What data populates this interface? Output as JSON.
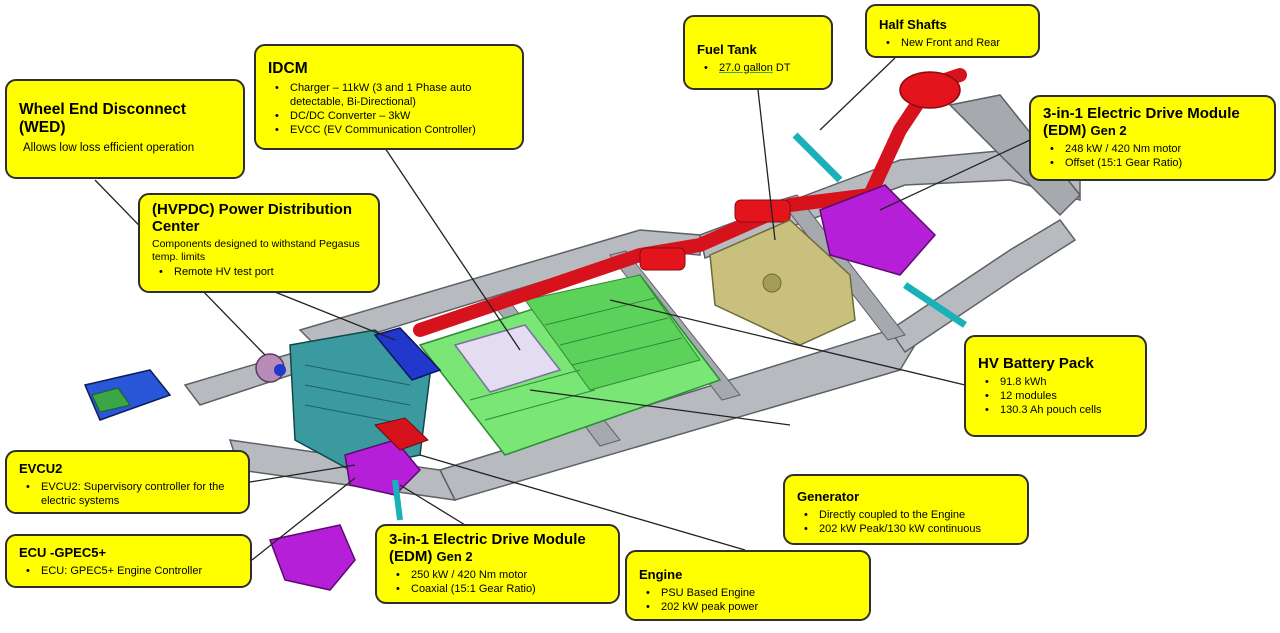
{
  "callouts": {
    "wed": {
      "title": "Wheel End Disconnect (WED)",
      "desc": "Allows low loss efficient operation"
    },
    "idcm": {
      "title": "IDCM",
      "items": [
        "Charger – 11kW (3 and 1 Phase auto detectable, Bi-Directional)",
        "DC/DC Converter – 3kW",
        "EVCC (EV Communication Controller)"
      ]
    },
    "fuel_tank": {
      "title": "Fuel Tank",
      "capacity": "27.0 gallon",
      "suffix": " DT"
    },
    "half_shafts": {
      "title": "Half Shafts",
      "items": [
        "New Front and Rear"
      ]
    },
    "edm_rear": {
      "title": "3-in-1 Electric Drive Module (EDM)",
      "gen": "Gen 2",
      "items": [
        "248 kW / 420 Nm motor",
        "Offset (15:1 Gear Ratio)"
      ]
    },
    "hvpdc": {
      "title": "(HVPDC) Power Distribution Center",
      "desc": "Components designed to withstand Pegasus temp. limits",
      "items": [
        "Remote HV test port"
      ]
    },
    "hv_battery": {
      "title": "HV Battery Pack",
      "items": [
        "91.8 kWh",
        "12 modules",
        "130.3 Ah pouch cells"
      ]
    },
    "evcu2": {
      "title": "EVCU2",
      "items": [
        "EVCU2: Supervisory controller for the electric systems"
      ]
    },
    "ecu": {
      "title": "ECU -GPEC5+",
      "items": [
        "ECU: GPEC5+ Engine Controller"
      ]
    },
    "edm_front": {
      "title": "3-in-1 Electric Drive Module (EDM)",
      "gen": "Gen 2",
      "items": [
        "250 kW / 420 Nm motor",
        "Coaxial (15:1 Gear Ratio)"
      ]
    },
    "generator": {
      "title": "Generator",
      "items": [
        "Directly coupled to the Engine",
        "202 kW Peak/130 kW continuous"
      ]
    },
    "engine": {
      "title": "Engine",
      "items": [
        "PSU Based Engine",
        "202 kW peak power"
      ]
    }
  },
  "colors": {
    "callout_fill": "#ffff00",
    "callout_border": "#2e2e2e",
    "frame": "#b4b8bd",
    "exhaust": "#e3141c",
    "battery": "#6fe36f",
    "fuel_tank": "#c9c080",
    "edm": "#b01fd6",
    "engine": "#3a9aa0",
    "pdc": "#2237cc"
  }
}
